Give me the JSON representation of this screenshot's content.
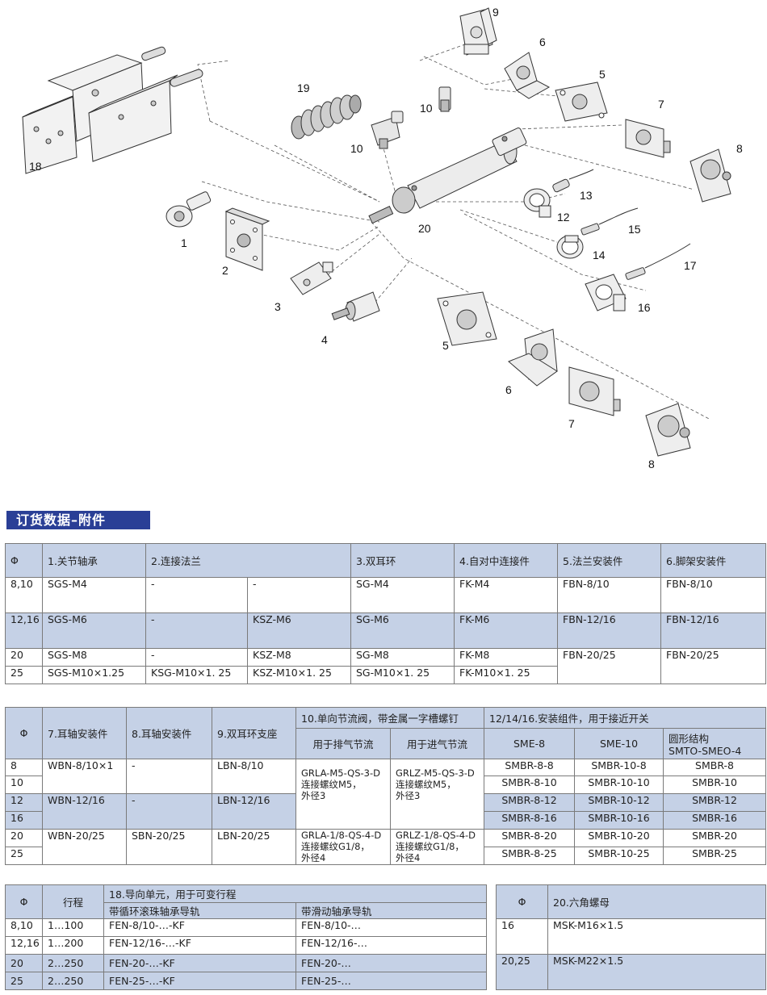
{
  "diagram": {
    "labels": [
      "9",
      "6",
      "5",
      "7",
      "8",
      "19",
      "10",
      "10",
      "18",
      "13",
      "12",
      "15",
      "20",
      "1",
      "2",
      "14",
      "17",
      "16",
      "3",
      "4",
      "5",
      "6",
      "7",
      "8"
    ]
  },
  "section_title": "订货数据–附件",
  "table1": {
    "headers": [
      "Φ",
      "1.关节轴承",
      "2.连接法兰",
      "3.双耳环",
      "4.自对中连接件",
      "5.法兰安装件",
      "6.脚架安装件"
    ],
    "rows": [
      [
        "8,10",
        "SGS-M4",
        "-",
        "-",
        "SG-M4",
        "FK-M4",
        "FBN-8/10",
        "FBN-8/10"
      ],
      [
        "12,16",
        "SGS-M6",
        "-",
        "KSZ-M6",
        "SG-M6",
        "FK-M6",
        "FBN-12/16",
        "FBN-12/16"
      ],
      [
        "20",
        "SGS-M8",
        "-",
        "KSZ-M8",
        "SG-M8",
        "FK-M8",
        "FBN-20/25",
        "FBN-20/25"
      ],
      [
        "25",
        "SGS-M10×1.25",
        "KSG-M10×1. 25",
        "KSZ-M10×1. 25",
        "SG-M10×1. 25",
        "FK-M10×1. 25"
      ]
    ]
  },
  "table2": {
    "h_phi": "Φ",
    "h7": "7.耳轴安装件",
    "h8": "8.耳轴安装件",
    "h9": "9.双耳环支座",
    "h10": "10.单向节流阀，带金属一字槽螺钉",
    "h10a": "用于排气节流",
    "h10b": "用于进气节流",
    "h12": "12/14/16.安装组件，用于接近开关",
    "h12a": "SME-8",
    "h12b": "SME-10",
    "h12c1": "圆形结构",
    "h12c2": "SMTO-SMEO-4",
    "phi": [
      "8",
      "10",
      "12",
      "16",
      "20",
      "25"
    ],
    "c7": [
      "WBN-8/10×1",
      "WBN-12/16",
      "WBN-20/25"
    ],
    "c8": [
      "-",
      "-",
      "SBN-20/25"
    ],
    "c9": [
      "LBN-8/10",
      "LBN-12/16",
      "LBN-20/25"
    ],
    "v1a": [
      "GRLA-M5-QS-3-D",
      "连接螺纹M5，",
      "外径3"
    ],
    "v1b": [
      "GRLZ-M5-QS-3-D",
      "连接螺纹M5，",
      "外径3"
    ],
    "v2a": [
      "GRLA-1/8-QS-4-D",
      "连接螺纹G1/8，",
      "外径4"
    ],
    "v2b": [
      "GRLZ-1/8-QS-4-D",
      "连接螺纹G1/8，",
      "外径4"
    ],
    "sme8": [
      "SMBR-8-8",
      "SMBR-8-10",
      "SMBR-8-12",
      "SMBR-8-16",
      "SMBR-8-20",
      "SMBR-8-25"
    ],
    "sme10": [
      "SMBR-10-8",
      "SMBR-10-10",
      "SMBR-10-12",
      "SMBR-10-16",
      "SMBR-10-20",
      "SMBR-10-25"
    ],
    "smbr": [
      "SMBR-8",
      "SMBR-10",
      "SMBR-12",
      "SMBR-16",
      "SMBR-20",
      "SMBR-25"
    ]
  },
  "table3": {
    "h_phi": "Φ",
    "h_stroke": "行程",
    "h18": "18.导向单元，用于可变行程",
    "h18a": "带循环滚珠轴承导轨",
    "h18b": "带滑动轴承导轨",
    "rows": [
      [
        "8,10",
        "1…100",
        "FEN-8/10-…-KF",
        "FEN-8/10-…"
      ],
      [
        "12,16",
        "1…200",
        "FEN-12/16-…-KF",
        "FEN-12/16-…"
      ],
      [
        "20",
        "2…250",
        "FEN-20-…-KF",
        "FEN-20-…"
      ],
      [
        "25",
        "2…250",
        "FEN-25-…-KF",
        "FEN-25-…"
      ]
    ]
  },
  "table4": {
    "h_phi": "Φ",
    "h20": "20.六角螺母",
    "rows": [
      [
        "16",
        "MSK-M16×1.5"
      ],
      [
        "20,25",
        "MSK-M22×1.5"
      ]
    ]
  }
}
